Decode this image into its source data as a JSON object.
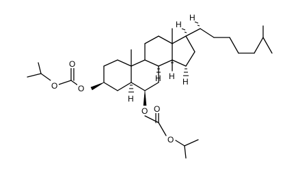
{
  "molecule": {
    "atom_labels": {
      "O_ring_link_left": "O",
      "O_carbonyl_left": "O",
      "O_ester_left": "O",
      "O_ring_link_bottom": "O",
      "O_carbonyl_bottom": "O",
      "O_ester_bottom": "O",
      "H_5": "H",
      "H_8": "H",
      "H_9": "H",
      "H_14": "H",
      "H_17": "H",
      "H_20": "H"
    }
  }
}
